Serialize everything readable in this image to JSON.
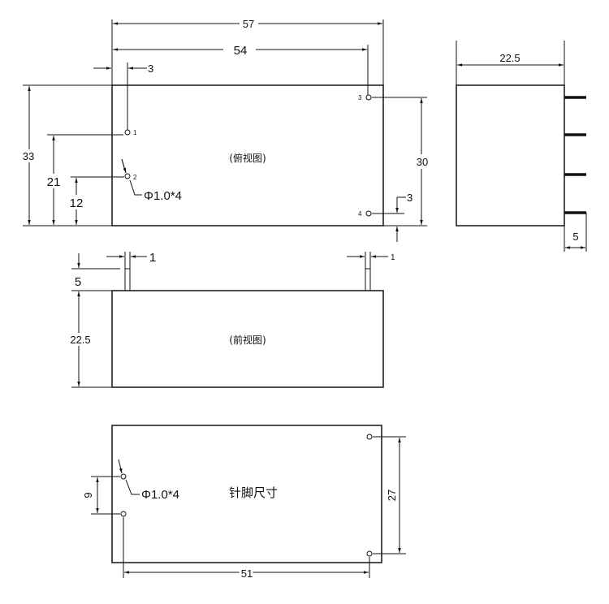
{
  "top_view": {
    "label": "(俯视图)",
    "dim_overall_length": "57",
    "dim_pin_span": "54",
    "dim_pin_offset_x": "3",
    "dim_height": "33",
    "dim_pin1_y": "21",
    "dim_pin2_y": "12",
    "dim_pin_span_y": "30",
    "dim_pin_offset_bottom": "3",
    "pin_spec": "Φ1.0*4",
    "pins": [
      "1",
      "2",
      "3",
      "4"
    ]
  },
  "side_view": {
    "dim_width": "22.5",
    "dim_pin_length": "5"
  },
  "front_view": {
    "label": "(前视图)",
    "dim_pin_length": "5",
    "dim_height": "22.5",
    "dim_pin_width_left": "1",
    "dim_pin_width_right": "1"
  },
  "pin_view": {
    "label": "针脚尺寸",
    "pin_spec": "Φ1.0*4",
    "dim_pin_pitch_left": "9",
    "dim_pin_pitch_right": "27",
    "dim_pin_span": "51"
  }
}
